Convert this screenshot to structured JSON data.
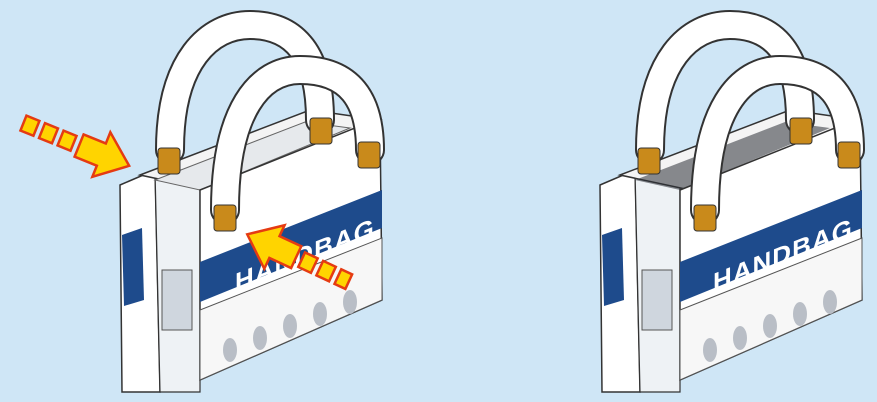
{
  "panels": [
    {
      "id": "before",
      "wordmark": "HANDBAG",
      "subtext": ""
    },
    {
      "id": "after",
      "wordmark": "HANDBAG",
      "subtext": ""
    }
  ],
  "colors": {
    "background": "#cfe6f6",
    "bag_body": "#ffffff",
    "stripe": "#1e4b8c",
    "handle": "#ffffff",
    "clasp": "#c98a1b",
    "pattern": "#b9bec6",
    "arrow_fill": "#ffd400",
    "arrow_stroke": "#e53b12"
  },
  "arrows": [
    {
      "name": "arrow-left-insert",
      "direction": "right-down"
    },
    {
      "name": "arrow-right-insert",
      "direction": "left-up"
    }
  ]
}
